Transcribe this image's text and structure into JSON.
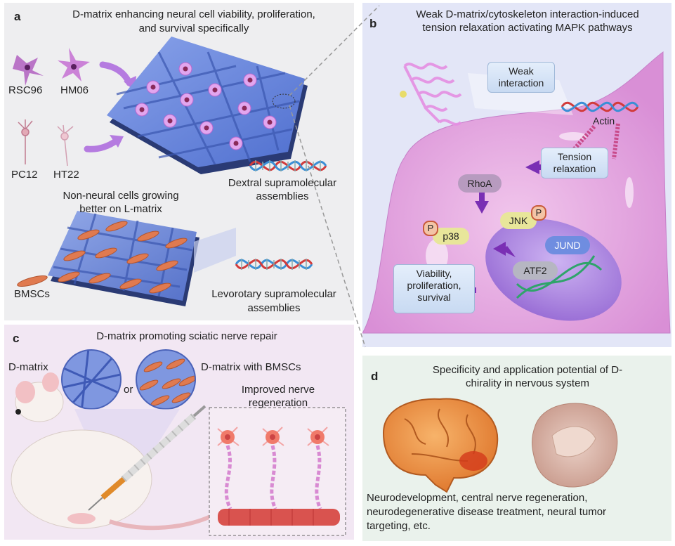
{
  "panel_a": {
    "label": "a",
    "title_line1": "D-matrix enhancing neural cell viability, proliferation,",
    "title_line2": "and survival specifically",
    "cells": [
      "RSC96",
      "HM06",
      "PC12",
      "HT22"
    ],
    "non_neural_line1": "Non-neural cells growing",
    "non_neural_line2": "better on L-matrix",
    "dextral_line1": "Dextral supramolecular",
    "dextral_line2": "assemblies",
    "bmsc_label": "BMSCs",
    "levo_line1": "Levorotary supramolecular",
    "levo_line2": "assemblies"
  },
  "panel_b": {
    "label": "b",
    "title_line1": "Weak D-matrix/cytoskeleton interaction-induced",
    "title_line2": "tension relaxation activating MAPK pathways",
    "weak_line1": "Weak",
    "weak_line2": "interaction",
    "actin": "Actin",
    "tension_line1": "Tension",
    "tension_line2": "relaxation",
    "rhoa": "RhoA",
    "jnk": "JNK",
    "p38": "p38",
    "p": "P",
    "jund": "JUND",
    "atf2": "ATF2",
    "outcome_line1": "Viability,",
    "outcome_line2": "proliferation,",
    "outcome_line3": "survival"
  },
  "panel_c": {
    "label": "c",
    "title": "D-matrix promoting sciatic nerve repair",
    "dmatrix": "D-matrix",
    "or": "or",
    "dmatrix_bmsc": "D-matrix with BMSCs",
    "improved_line1": "Improved nerve",
    "improved_line2": "regeneration"
  },
  "panel_d": {
    "label": "d",
    "title_line1": "Specificity and application potential of D-",
    "title_line2": "chirality in nervous system",
    "apps_line1": "Neurodevelopment, central nerve regeneration,",
    "apps_line2": "neurodegenerative disease treatment, neural tumor",
    "apps_line3": "targeting, etc."
  },
  "colors": {
    "panel_a_bg": "#eeeef0",
    "panel_b_bg": "#e3e6f7",
    "panel_c_bg": "#f2e7f3",
    "panel_d_bg": "#eaf2ec",
    "matrix_blue": "#5f7fd6",
    "cell_pink": "#c86ad6",
    "bmsc_orange": "#e07a50",
    "arrow_violet": "#8a3cbf"
  }
}
